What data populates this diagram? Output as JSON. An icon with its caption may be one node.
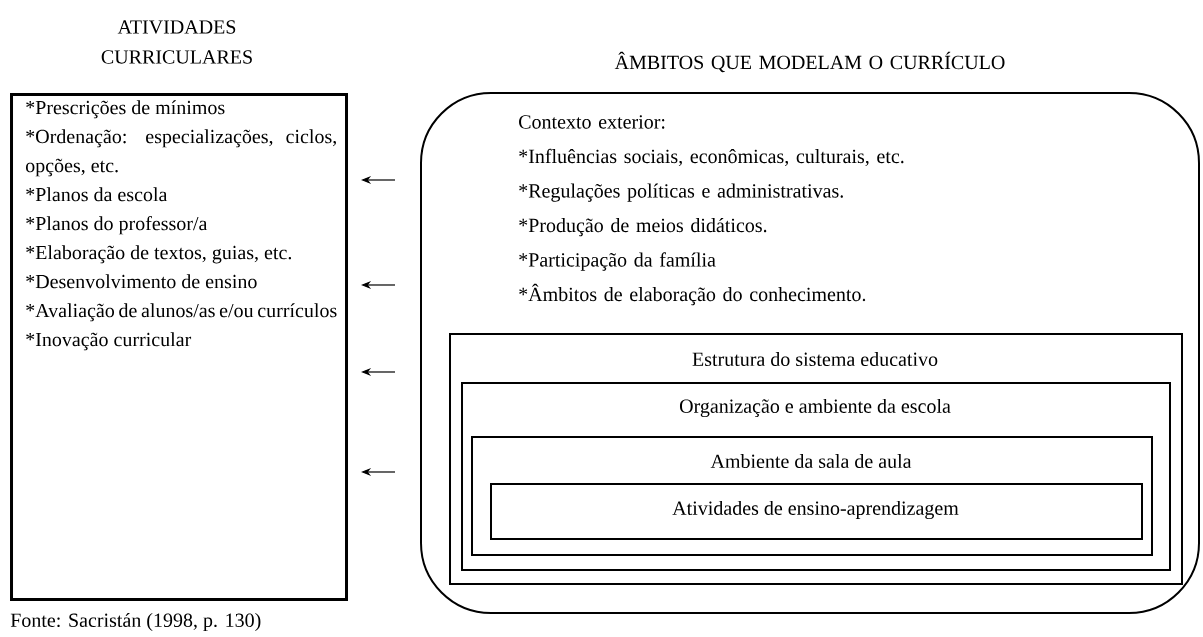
{
  "diagram": {
    "nodes": [
      {
        "text": [
          "ATIVIDADES CURRICULARES",
          "*Prescrições de mínimos",
          "*Ordenação: especializações, ciclos, opções, etc.",
          "*Planos da escola",
          "*Planos do professor/a",
          "*Elaboração de textos, guias, etc.",
          "*Desenvolvimento de ensino",
          "*Avaliação de alunos/as e/ou currículos",
          "*Inovação curricular"
        ]
      },
      {
        "text": [
          "ÂMBITOS QUE MODELAM O CURRÍCULO",
          "Contexto exterior:",
          "*Influências sociais, econômicas, culturais, etc.",
          "*Regulações políticas e administrativas.",
          "*Produção de meios didáticos.",
          "*Participação da família",
          "*Âmbitos de elaboração do conhecimento."
        ]
      },
      {
        "text": [
          "Estrutura do sistema educativo"
        ],
        "in": 1
      },
      {
        "text": [
          "Organização e ambiente da escola"
        ],
        "in": 2
      },
      {
        "text": [
          "Ambiente da sala de aula"
        ],
        "in": 3
      },
      {
        "text": [
          "Atividades de ensino-aprendizagem"
        ],
        "in": 4
      }
    ],
    "edges": [
      {
        "from": 1,
        "to": 0,
        "arrow": "to"
      },
      {
        "from": 1,
        "to": 0,
        "arrow": "to"
      },
      {
        "from": 1,
        "to": 0,
        "arrow": "to"
      },
      {
        "from": 1,
        "to": 0,
        "arrow": "to"
      }
    ],
    "labels": [
      "Fonte: Sacristán (1998, p. 130)"
    ]
  }
}
